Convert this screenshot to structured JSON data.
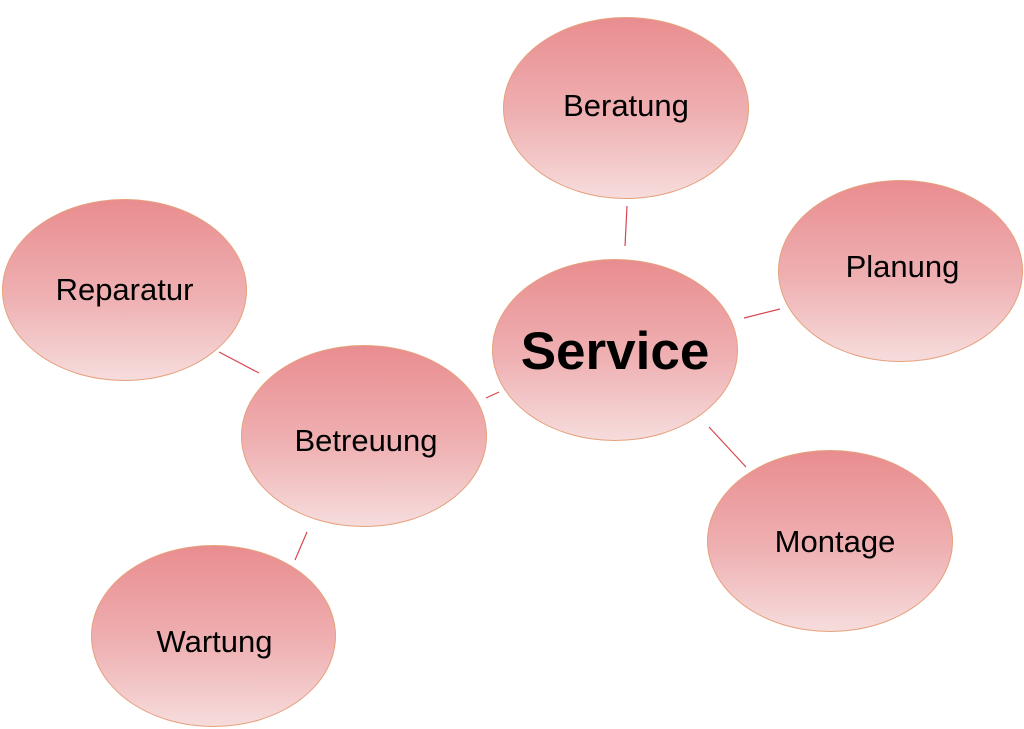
{
  "diagram": {
    "center": "Service",
    "nodes": {
      "beratung": "Beratung",
      "planung": "Planung",
      "montage": "Montage",
      "betreuung": "Betreuung",
      "reparatur": "Reparatur",
      "wartung": "Wartung"
    },
    "edges": [
      [
        "Service",
        "Beratung"
      ],
      [
        "Service",
        "Planung"
      ],
      [
        "Service",
        "Montage"
      ],
      [
        "Service",
        "Betreuung"
      ],
      [
        "Betreuung",
        "Reparatur"
      ],
      [
        "Betreuung",
        "Wartung"
      ]
    ],
    "colors": {
      "node_fill_top": "#e98d8f",
      "node_fill_bottom": "#f6dcdc",
      "node_border": "#e6a07c",
      "connector": "#d9464f"
    }
  }
}
